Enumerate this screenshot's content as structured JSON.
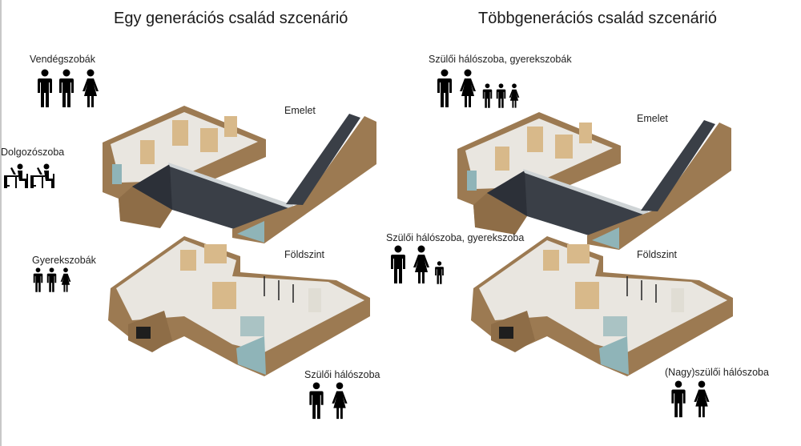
{
  "left": {
    "title": "Egy generációs család szcenárió",
    "upper_floor_label": "Emelet",
    "ground_floor_label": "Földszint",
    "rooms": {
      "guest": "Vendégszobák",
      "study": "Dolgozószoba",
      "children": "Gyerekszobák",
      "parents": "Szülői hálószoba"
    }
  },
  "right": {
    "title": "Többgenerációs család szcenárió",
    "upper_floor_label": "Emelet",
    "ground_floor_label": "Földszint",
    "rooms": {
      "parents_children_upper": "Szülői hálószoba, gyerekszobák",
      "parents_child_ground": "Szülői hálószoba, gyerekszoba",
      "grandparents": "(Nagy)szülői hálószoba"
    }
  },
  "colors": {
    "wall": "#9c7a52",
    "roof": "#3a3f47",
    "panel": "#d8b98a",
    "glass": "#8fb4b8"
  }
}
